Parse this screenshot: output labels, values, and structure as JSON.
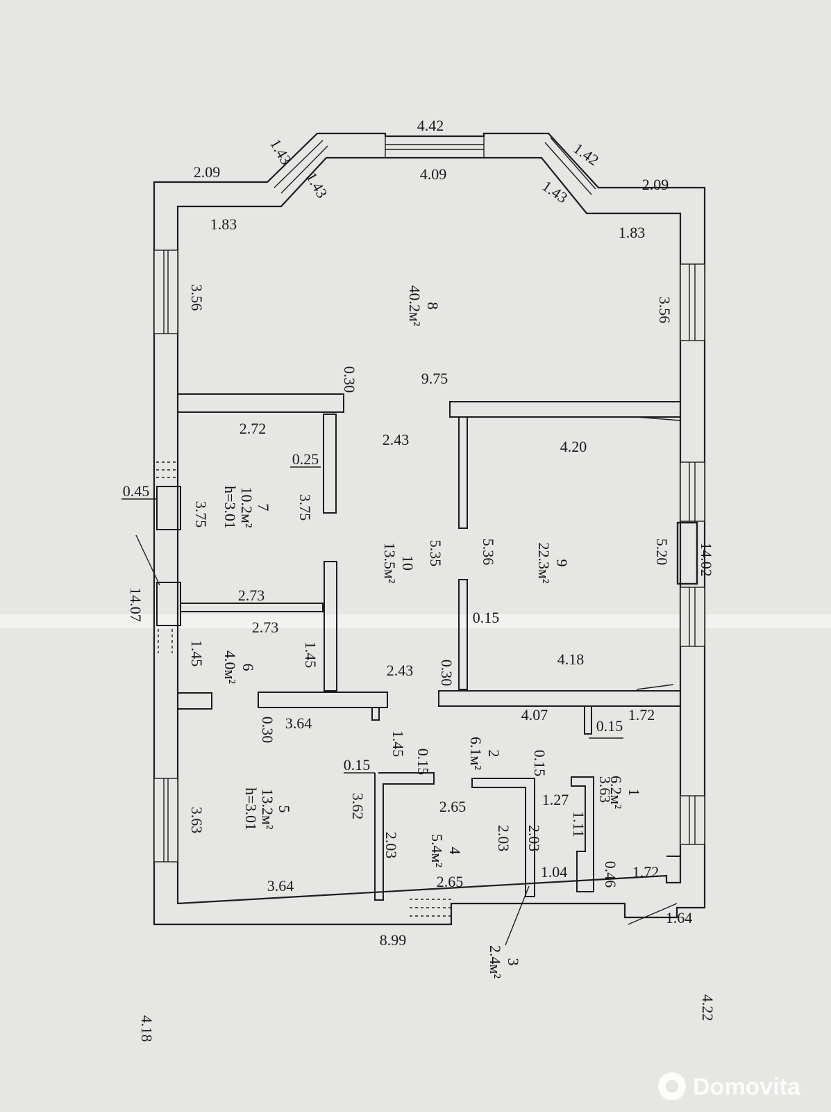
{
  "dimensions": {
    "d442": "4.42",
    "d409": "4.09",
    "d143a": "1.43",
    "d143b": "1.43",
    "d142": "1.42",
    "d143c": "1.43",
    "d209a": "2.09",
    "d209b": "2.09",
    "d183a": "1.83",
    "d183b": "1.83",
    "d356a": "3.56",
    "d356b": "3.56",
    "d030a": "0.30",
    "d975": "9.75",
    "d272": "2.72",
    "d243a": "2.43",
    "d420": "4.20",
    "d025": "0.25",
    "d045": "0.45",
    "d375a": "3.75",
    "d375b": "3.75",
    "d535": "5.35",
    "d536": "5.36",
    "d520": "5.20",
    "d1402": "14.02",
    "d1407": "14.07",
    "d273a": "2.73",
    "d273b": "2.73",
    "d015a": "0.15",
    "d145a": "1.45",
    "d145b": "1.45",
    "d243b": "2.43",
    "d030b": "0.30",
    "d418": "4.18",
    "d364a": "3.64",
    "d030c": "0.30",
    "d407": "4.07",
    "d015b": "0.15",
    "d172a": "1.72",
    "d145c": "1.45",
    "d015c": "0.15",
    "d015d": "0.15",
    "d015e": "0.15",
    "d363a": "3.63",
    "d362": "3.62",
    "d265a": "2.65",
    "d127": "1.27",
    "d363b": "3.63",
    "d111": "1.11",
    "d203a": "2.03",
    "d203b": "2.03",
    "d203c": "2.03",
    "d104": "1.04",
    "d046": "0.46",
    "d172b": "1.72",
    "d364b": "3.64",
    "d265b": "2.65",
    "d899": "8.99",
    "d164": "1.64",
    "d418b": "4.18",
    "d422": "4.22"
  },
  "rooms": {
    "r8": {
      "num": "8",
      "area": "40.2м²"
    },
    "r7": {
      "num": "7",
      "area": "10.2м²",
      "h": "h=3.01"
    },
    "r10": {
      "num": "10",
      "area": "13.5м²"
    },
    "r9": {
      "num": "9",
      "area": "22.3м²"
    },
    "r6": {
      "num": "6",
      "area": "4.0м²"
    },
    "r2": {
      "num": "2",
      "area": "6.1м²"
    },
    "r1": {
      "num": "1",
      "area": "6.2м²"
    },
    "r5": {
      "num": "5",
      "area": "13.2м²",
      "h": "h=3.01"
    },
    "r4": {
      "num": "4",
      "area": "5.4м²"
    },
    "r3": {
      "num": "3",
      "area": "2.4м²"
    }
  },
  "watermark": {
    "brand": "Domovita"
  }
}
